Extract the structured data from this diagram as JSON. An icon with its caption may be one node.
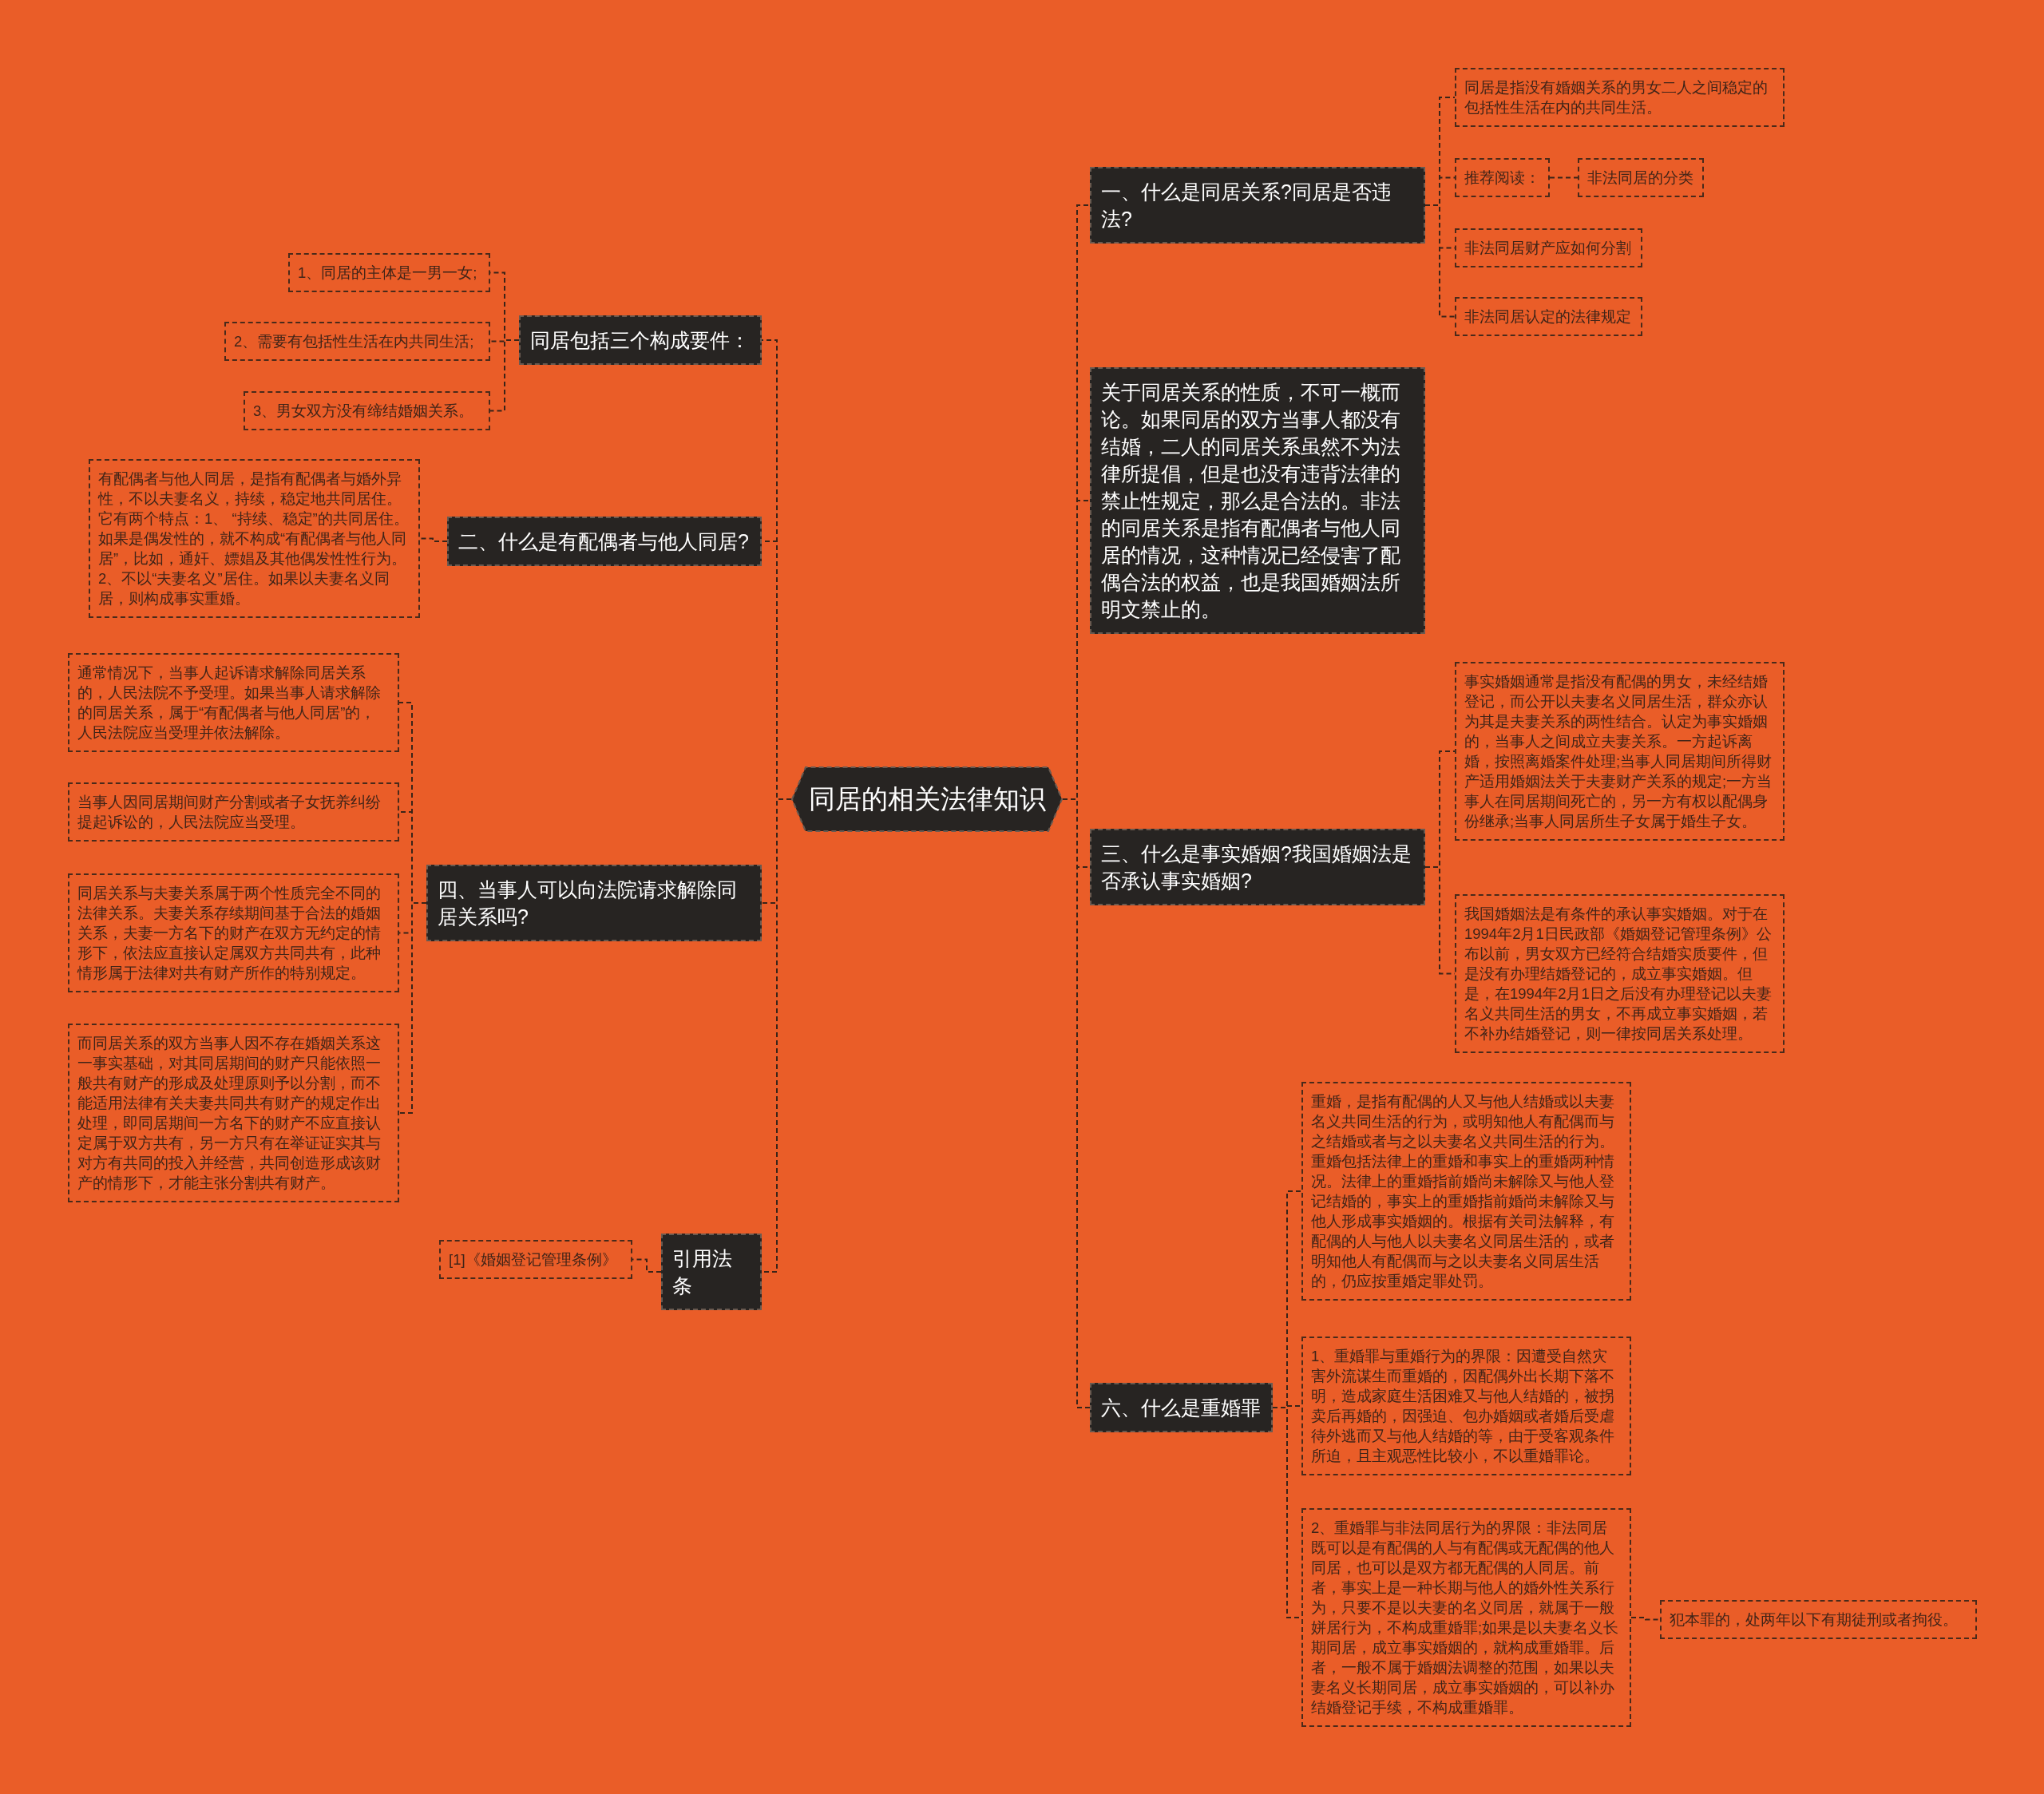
{
  "diagram": {
    "nodes": [
      {
        "text": [
          "同居的相关法律知识"
        ]
      },
      {
        "text": [
          "一、什么是同居关系?同居是否违法?"
        ]
      },
      {
        "text": [
          "同居是指没有婚姻关系的男女二人之间稳定的包括性生活在内的共同生活。"
        ]
      },
      {
        "text": [
          "推荐阅读："
        ]
      },
      {
        "text": [
          "非法同居的分类"
        ]
      },
      {
        "text": [
          "非法同居财产应如何分割"
        ]
      },
      {
        "text": [
          "非法同居认定的法律规定"
        ]
      },
      {
        "text": [
          "关于同居关系的性质，不可一概而论。如果同居的双方当事人都没有结婚，二人的同居关系虽然不为法律所提倡，但是也没有违背法律的禁止性规定，那么是合法的。非法的同居关系是指有配偶者与他人同居的情况，这种情况已经侵害了配偶合法的权益，也是我国婚姻法所明文禁止的。"
        ]
      },
      {
        "text": [
          "三、什么是事实婚姻?我国婚姻法是否承认事实婚姻?"
        ]
      },
      {
        "text": [
          "事实婚姻通常是指没有配偶的男女，未经结婚登记，而公开以夫妻名义同居生活，群众亦认为其是夫妻关系的两性结合。认定为事实婚姻的，当事人之间成立夫妻关系。一方起诉离婚，按照离婚案件处理;当事人同居期间所得财产适用婚姻法关于夫妻财产关系的规定;一方当事人在同居期间死亡的，另一方有权以配偶身份继承;当事人同居所生子女属于婚生子女。"
        ]
      },
      {
        "text": [
          "我国婚姻法是有条件的承认事实婚姻。对于在1994年2月1日民政部《婚姻登记管理条例》公布以前，男女双方已经符合结婚实质要件，但是没有办理结婚登记的，成立事实婚姻。但是，在1994年2月1日之后没有办理登记以夫妻名义共同生活的男女，不再成立事实婚姻，若不补办结婚登记，则一律按同居关系处理。"
        ]
      },
      {
        "text": [
          "六、什么是重婚罪"
        ]
      },
      {
        "text": [
          "重婚，是指有配偶的人又与他人结婚或以夫妻名义共同生活的行为，或明知他人有配偶而与之结婚或者与之以夫妻名义共同生活的行为。重婚包括法律上的重婚和事实上的重婚两种情况。法律上的重婚指前婚尚未解除又与他人登记结婚的，事实上的重婚指前婚尚未解除又与他人形成事实婚姻的。根据有关司法解释，有配偶的人与他人以夫妻名义同居生活的，或者明知他人有配偶而与之以夫妻名义同居生活的，仍应按重婚定罪处罚。"
        ]
      },
      {
        "text": [
          "1、重婚罪与重婚行为的界限：因遭受自然灾害外流谋生而重婚的，因配偶外出长期下落不明，造成家庭生活困难又与他人结婚的，被拐卖后再婚的，因强迫、包办婚姻或者婚后受虐待外逃而又与他人结婚的等，由于受客观条件所迫，且主观恶性比较小，不以重婚罪论。"
        ]
      },
      {
        "text": [
          "2、重婚罪与非法同居行为的界限：非法同居既可以是有配偶的人与有配偶或无配偶的他人同居，也可以是双方都无配偶的人同居。前者，事实上是一种长期与他人的婚外性关系行为，只要不是以夫妻的名义同居，就属于一般姘居行为，不构成重婚罪;如果是以夫妻名义长期同居，成立事实婚姻的，就构成重婚罪。后者，一般不属于婚姻法调整的范围，如果以夫妻名义长期同居，成立事实婚姻的，可以补办结婚登记手续，不构成重婚罪。"
        ]
      },
      {
        "text": [
          "犯本罪的，处两年以下有期徒刑或者拘役。"
        ]
      },
      {
        "text": [
          "同居包括三个构成要件："
        ]
      },
      {
        "text": [
          "1、同居的主体是一男一女;"
        ]
      },
      {
        "text": [
          "2、需要有包括性生活在内共同生活;"
        ]
      },
      {
        "text": [
          "3、男女双方没有缔结婚姻关系。"
        ]
      },
      {
        "text": [
          "二、什么是有配偶者与他人同居?"
        ]
      },
      {
        "text": [
          "有配偶者与他人同居，是指有配偶者与婚外异性，不以夫妻名义，持续，稳定地共同居住。它有两个特点：1、 “持续、稳定”的共同居住。如果是偶发性的，就不构成“有配偶者与他人同居”，比如，通奸、嫖娼及其他偶发性性行为。2、不以“夫妻名义”居住。如果以夫妻名义同居，则构成事实重婚。"
        ]
      },
      {
        "text": [
          "四、当事人可以向法院请求解除同居关系吗?"
        ]
      },
      {
        "text": [
          "通常情况下，当事人起诉请求解除同居关系的，人民法院不予受理。如果当事人请求解除的同居关系，属于“有配偶者与他人同居”的，人民法院应当受理并依法解除。"
        ]
      },
      {
        "text": [
          "当事人因同居期间财产分割或者子女抚养纠纷提起诉讼的，人民法院应当受理。"
        ]
      },
      {
        "text": [
          "同居关系与夫妻关系属于两个性质完全不同的法律关系。夫妻关系存续期间基于合法的婚姻关系，夫妻一方名下的财产在双方无约定的情形下，依法应直接认定属双方共同共有，此种情形属于法律对共有财产所作的特别规定。"
        ]
      },
      {
        "text": [
          "而同居关系的双方当事人因不存在婚姻关系这一事实基础，对其同居期间的财产只能依照一般共有财产的形成及处理原则予以分割，而不能适用法律有关夫妻共同共有财产的规定作出处理，即同居期间一方名下的财产不应直接认定属于双方共有，另一方只有在举证证实其与对方有共同的投入并经营，共同创造形成该财产的情形下，才能主张分割共有财产。"
        ]
      },
      {
        "text": [
          "引用法条"
        ]
      },
      {
        "text": [
          "[1]《婚姻登记管理条例》"
        ]
      }
    ],
    "edges": [
      {
        "from": 0,
        "to": 1,
        "arrow": "none"
      },
      {
        "from": 0,
        "to": 7,
        "arrow": "none"
      },
      {
        "from": 0,
        "to": 8,
        "arrow": "none"
      },
      {
        "from": 0,
        "to": 11,
        "arrow": "none"
      },
      {
        "from": 0,
        "to": 16,
        "arrow": "none"
      },
      {
        "from": 0,
        "to": 20,
        "arrow": "none"
      },
      {
        "from": 0,
        "to": 22,
        "arrow": "none"
      },
      {
        "from": 0,
        "to": 27,
        "arrow": "none"
      },
      {
        "from": 1,
        "to": 2,
        "arrow": "none"
      },
      {
        "from": 1,
        "to": 3,
        "arrow": "none"
      },
      {
        "from": 1,
        "to": 5,
        "arrow": "none"
      },
      {
        "from": 1,
        "to": 6,
        "arrow": "none"
      },
      {
        "from": 3,
        "to": 4,
        "arrow": "none"
      },
      {
        "from": 8,
        "to": 9,
        "arrow": "none"
      },
      {
        "from": 8,
        "to": 10,
        "arrow": "none"
      },
      {
        "from": 11,
        "to": 12,
        "arrow": "none"
      },
      {
        "from": 11,
        "to": 13,
        "arrow": "none"
      },
      {
        "from": 11,
        "to": 14,
        "arrow": "none"
      },
      {
        "from": 14,
        "to": 15,
        "arrow": "none"
      },
      {
        "from": 16,
        "to": 17,
        "arrow": "none"
      },
      {
        "from": 16,
        "to": 18,
        "arrow": "none"
      },
      {
        "from": 16,
        "to": 19,
        "arrow": "none"
      },
      {
        "from": 20,
        "to": 21,
        "arrow": "none"
      },
      {
        "from": 22,
        "to": 23,
        "arrow": "none"
      },
      {
        "from": 22,
        "to": 24,
        "arrow": "none"
      },
      {
        "from": 22,
        "to": 25,
        "arrow": "none"
      },
      {
        "from": 22,
        "to": 26,
        "arrow": "none"
      },
      {
        "from": 27,
        "to": 28,
        "arrow": "none"
      }
    ]
  }
}
